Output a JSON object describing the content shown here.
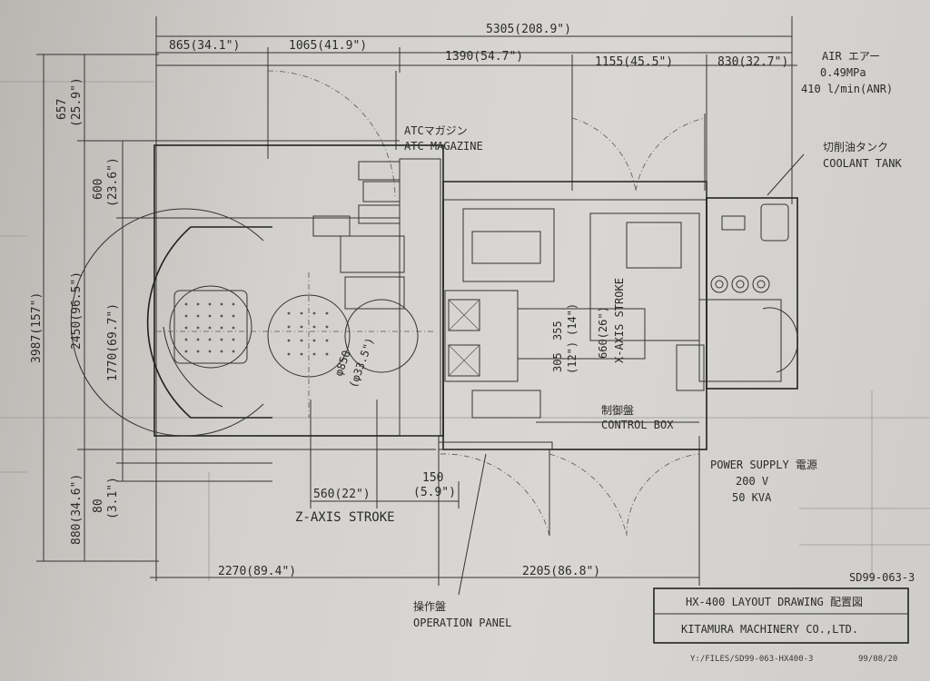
{
  "dimensions": {
    "overall_width": "5305(208.9\")",
    "top_865": "865(34.1\")",
    "top_1065": "1065(41.9\")",
    "top_1390": "1390(54.7\")",
    "top_1155": "1155(45.5\")",
    "top_830": "830(32.7\")",
    "left_657": "657",
    "left_657_in": "(25.9\")",
    "left_600": "600",
    "left_600_in": "(23.6\")",
    "left_3987": "3987(157\")",
    "left_2450": "2450(96.5\")",
    "left_1770": "1770(69.7\")",
    "left_880": "880(34.6\")",
    "left_80": "80",
    "left_80_in": "(3.1\")",
    "left_14": "14\")",
    "z_560": "560(22\")",
    "z_150": "150",
    "z_150_in": "(5.9\")",
    "bottom_2270": "2270(89.4\")",
    "bottom_2205": "2205(86.8\")",
    "dia_850": "φ850",
    "dia_850_in": "(φ33.5\")",
    "x_355": "355",
    "x_355_in": "(14\")",
    "x_305": "305",
    "x_305_in": "(12\")",
    "x_660": "660(26\")"
  },
  "labels": {
    "air_jp": "AIR エアー",
    "air_pressure": "0.49MPa",
    "air_flow": "410 l/min(ANR)",
    "coolant_jp": "切削油タンク",
    "coolant_en": "COOLANT TANK",
    "atc_jp": "ATCマガジン",
    "atc_en": "ATC MAGAZINE",
    "x_axis_stroke": "X-AXIS STROKE",
    "control_jp": "制御盤",
    "control_en": "CONTROL BOX",
    "power_supply": "POWER SUPPLY 電源",
    "power_voltage": "200 V",
    "power_kva": "50 KVA",
    "z_axis_stroke": "Z-AXIS STROKE",
    "operation_jp": "操作盤",
    "operation_en": "OPERATION PANEL"
  },
  "title_block": {
    "drawing_number": "SD99-063-3",
    "title": "HX-400 LAYOUT DRAWING 配置図",
    "company": "KITAMURA MACHINERY CO.,LTD.",
    "file_path": "Y:/FILES/SD99-063-HX400-3",
    "date": "99/08/20"
  }
}
